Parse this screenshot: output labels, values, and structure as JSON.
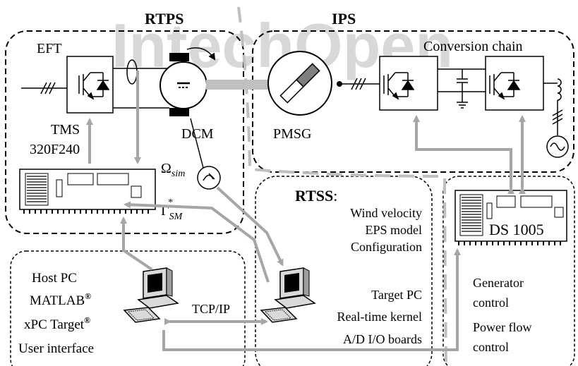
{
  "watermark": "IntechOpen",
  "regions": {
    "rtps": {
      "title": "RTPS"
    },
    "ips": {
      "title": "IPS"
    },
    "rtss": {
      "title": "RTSS",
      "suffix": ":",
      "lines": [
        "Wind velocity",
        "EPS model",
        "Configuration"
      ]
    },
    "host": {
      "lines": [
        "Host PC",
        "MATLAB",
        "xPC Target",
        "User interface"
      ],
      "reg_mark": "®"
    },
    "target": {
      "lines": [
        "Target PC",
        "Real-time kernel",
        "A/D  I/O boards"
      ]
    },
    "dspace": {
      "lines": [
        "Generator",
        "control",
        "Power flow",
        "control"
      ]
    }
  },
  "components": {
    "eft": "EFT",
    "tms": [
      "TMS",
      "320F240"
    ],
    "dcm": "DCM",
    "pmsg": "PMSG",
    "conversion_chain": "Conversion chain",
    "ds1005": "DS 1005",
    "omega": {
      "symbol": "Ω",
      "sub": "sim"
    },
    "gamma": {
      "symbol": "Γ",
      "sub": "SM",
      "sup": "*"
    },
    "link": "TCP/IP"
  },
  "colors": {
    "arrow": "#a6a6a6",
    "dashed_border": "#000000",
    "boundary": "#bfbfbf",
    "line": "#000000",
    "watermark": "#d8d8d8"
  }
}
